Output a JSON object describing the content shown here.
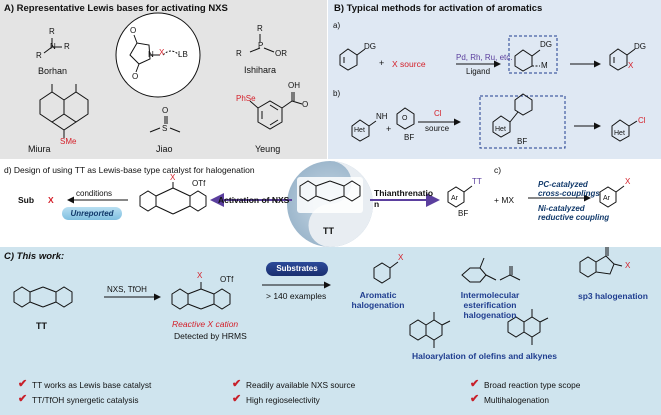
{
  "panel_a": {
    "title": "A) Representative Lewis bases for activating NXS",
    "items": [
      {
        "name": "Borhan"
      },
      {
        "name": "Ishihara"
      },
      {
        "name": "Miura"
      },
      {
        "name": "Jiao"
      },
      {
        "name": "Yeung"
      }
    ],
    "labels": {
      "r1": "R",
      "r2": "R",
      "r3": "R",
      "n": "N",
      "p": "P",
      "or2": "OR",
      "r1o": "R",
      "o": "O",
      "x": "X",
      "lb": "LB",
      "sme": "SMe",
      "s": "S",
      "phse": "PhSe",
      "oh": "OH"
    }
  },
  "panel_b": {
    "title": "B) Typical methods for activation of aromatics",
    "row_a": {
      "tag": "a)",
      "dg": "DG",
      "plus": "+",
      "xsource": "X source",
      "catalysts": "Pd, Rh, Ru, etc.",
      "ligand": "Ligand",
      "m": "M",
      "x": "X"
    },
    "row_b": {
      "tag": "b)",
      "het": "Het",
      "nh2": "NH",
      "plus": "+",
      "o": "O",
      "bf4": "BF",
      "cl_ion": "Cl",
      "source": "source",
      "cl": "Cl"
    }
  },
  "panel_d": {
    "title": "d) Design of using TT as Lewis-base type catalyst for halogenation",
    "conditions": "conditions",
    "unreported": "Unreported",
    "product": "Sub",
    "product_x": "X",
    "activation": "Activation of NXS",
    "tt": "TT",
    "otf": "OTf",
    "x": "X"
  },
  "panel_c_small": {
    "title": "c)",
    "thianthrenation": "Thianthrenatio n",
    "ar": "Ar",
    "tt": "TT",
    "bf4": "BF",
    "mx": "+ MX",
    "pc": "PC-catalyzed cross-couplings",
    "ni": "Ni-catalyzed reductive coupling",
    "product_x": "X"
  },
  "panel_c": {
    "title": "C) This work:",
    "reagents": "NXS, TfOH",
    "tt": "TT",
    "reactive": "Reactive X cation",
    "hrms": "Detected by HRMS",
    "substrates": "Substrates",
    "examples": "> 140 examples",
    "otf": "OTf",
    "x": "X",
    "aromatic": "Aromatic halogenation",
    "intermolecular": "Intermolecular esterification halogenation",
    "sp3": "sp3 halogenation",
    "haloarylation": "Haloarylation of olefins and alkynes",
    "features": [
      "TT works as Lewis base catalyst",
      "TT/TfOH synergetic catalysis",
      "Readily available NXS source",
      "High regioselectivity",
      "Broad reaction type scope",
      "Multihalogenation"
    ]
  },
  "colors": {
    "panel_a": "#e4e4e4",
    "panel_b": "#dfe8f3",
    "panel_c": "#cfe4ee",
    "accent_blue": "#1f3d8f",
    "red": "#d4202a",
    "purple": "#5b3f9e"
  }
}
